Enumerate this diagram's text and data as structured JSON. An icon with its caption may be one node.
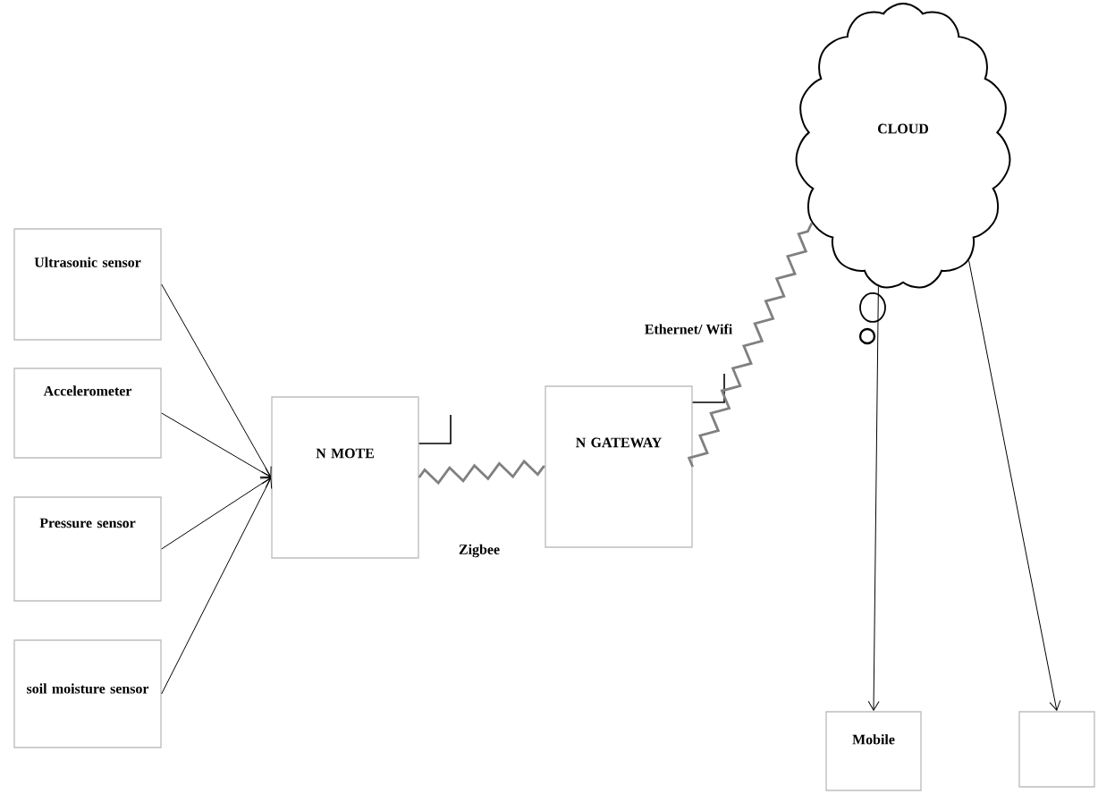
{
  "diagram": {
    "nodes": [
      {
        "text": [
          "Ultrasonic sensor"
        ]
      },
      {
        "text": [
          "Accelerometer"
        ]
      },
      {
        "text": [
          "Pressure sensor"
        ]
      },
      {
        "text": [
          "soil moisture sensor"
        ]
      },
      {
        "text": [
          "N MOTE"
        ]
      },
      {
        "text": [
          "N GATEWAY"
        ]
      },
      {
        "text": [
          "CLOUD"
        ]
      },
      {
        "text": [
          "Mobile"
        ]
      },
      {
        "text": [],
        "shape": "box"
      }
    ],
    "edges": [
      {
        "from": 0,
        "to": 4,
        "arrow": "to"
      },
      {
        "from": 1,
        "to": 4,
        "arrow": "to"
      },
      {
        "from": 2,
        "to": 4,
        "arrow": "to"
      },
      {
        "from": 3,
        "to": 4,
        "arrow": "to"
      },
      {
        "from": 4,
        "to": 5,
        "arrow": "none",
        "label": "Zigbee",
        "color": "#808080"
      },
      {
        "from": 5,
        "to": 6,
        "arrow": "none",
        "label": "Ethernet/ Wifi",
        "color": "#808080"
      },
      {
        "from": 6,
        "to": 7,
        "arrow": "to"
      },
      {
        "from": 6,
        "to": 8,
        "arrow": "to"
      }
    ]
  }
}
